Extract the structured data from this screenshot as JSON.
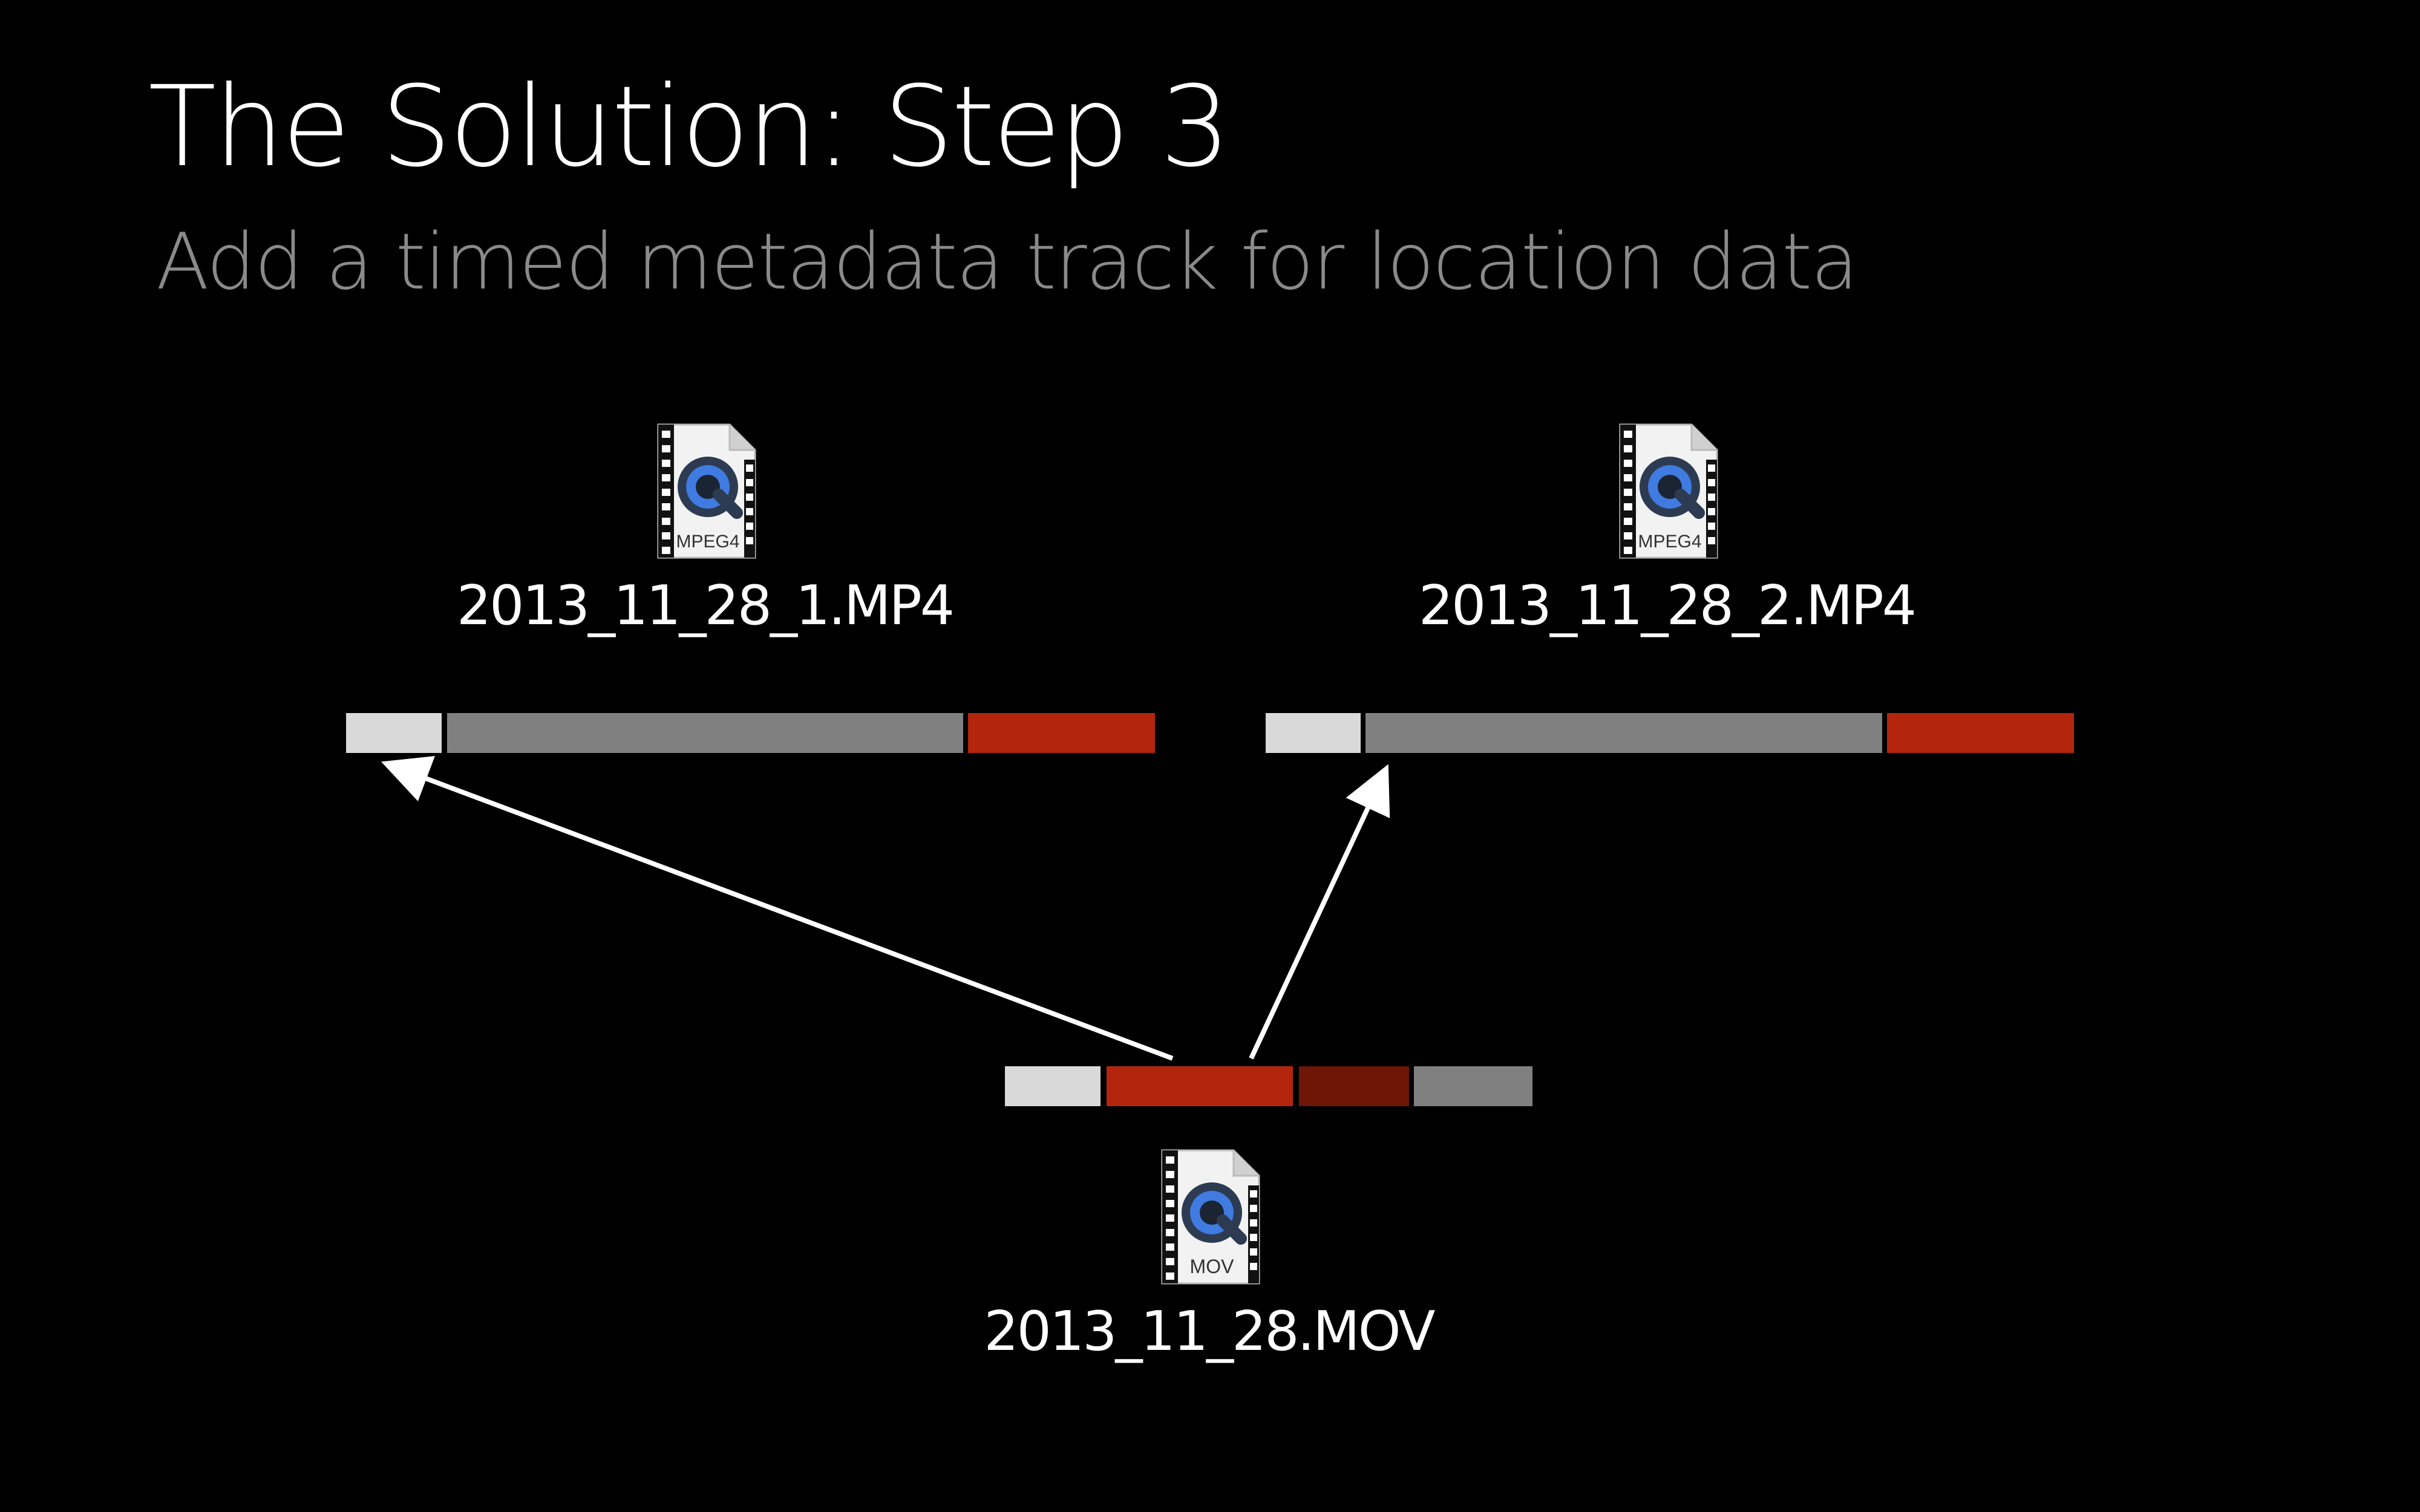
{
  "slide": {
    "title": "The Solution: Step 3",
    "subtitle": "Add a timed metadata track for location data"
  },
  "files": {
    "mp4_1": {
      "name": "2013_11_28_1.MP4",
      "icon_label": "MPEG4",
      "icon": "quicktime-file-icon"
    },
    "mp4_2": {
      "name": "2013_11_28_2.MP4",
      "icon_label": "MPEG4",
      "icon": "quicktime-file-icon"
    },
    "mov": {
      "name": "2013_11_28.MOV",
      "icon_label": "MOV",
      "icon": "quicktime-file-icon"
    }
  },
  "colors": {
    "background": "#000000",
    "header_segment": "#d9d9d9",
    "media_segment": "#808080",
    "metadata_segment": "#b3260d",
    "dark_red_segment": "#6e1607",
    "arrow": "#ffffff"
  }
}
